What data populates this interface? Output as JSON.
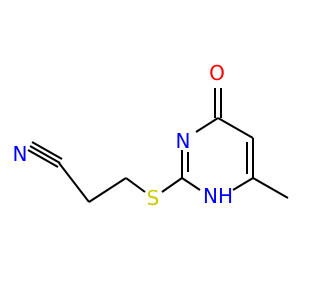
{
  "atoms": {
    "oxygen": {
      "symbol": "O",
      "color": "#ff0000"
    },
    "ring_nitrogen_top": {
      "symbol": "N",
      "color": "#0000ff"
    },
    "ring_nitrogen_h": {
      "symbol": "NH",
      "color": "#0000ff"
    },
    "sulfur": {
      "symbol": "S",
      "color": "#cccc00"
    },
    "nitrile_nitrogen": {
      "symbol": "N",
      "color": "#0000ff"
    }
  },
  "colors": {
    "bond": "#000000",
    "background": "#ffffff"
  }
}
